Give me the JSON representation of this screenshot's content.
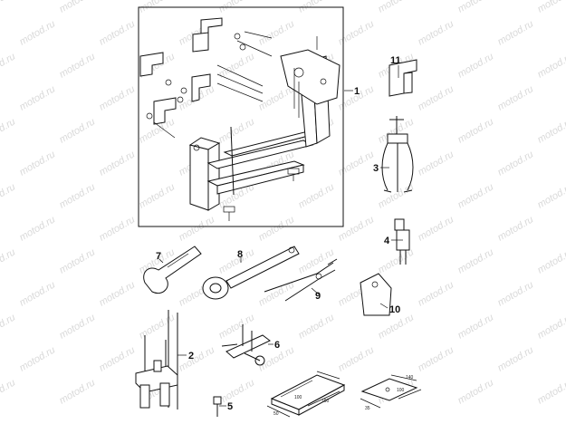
{
  "watermark": "motod.ru",
  "callouts": [
    {
      "id": "1",
      "label": "1"
    },
    {
      "id": "2",
      "label": "2"
    },
    {
      "id": "3",
      "label": "3"
    },
    {
      "id": "4",
      "label": "4"
    },
    {
      "id": "5",
      "label": "5"
    },
    {
      "id": "6",
      "label": "6"
    },
    {
      "id": "7",
      "label": "7"
    },
    {
      "id": "8",
      "label": "8"
    },
    {
      "id": "9",
      "label": "9"
    },
    {
      "id": "10",
      "label": "10"
    },
    {
      "id": "11",
      "label": "11"
    }
  ],
  "dimensions": {
    "plate_a": [
      "50",
      "100",
      "190"
    ],
    "plate_b": [
      "35",
      "100",
      "140"
    ]
  }
}
